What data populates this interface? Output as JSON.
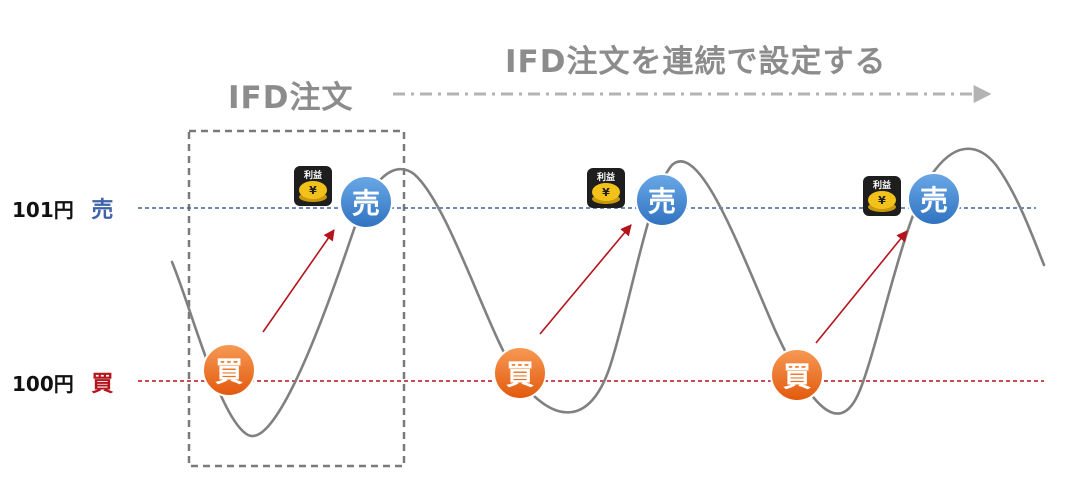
{
  "title": "IFD注文を連続で設定する",
  "ifd_label": "IFD注文",
  "sell_level": {
    "price_label": "101円",
    "side_label": "売"
  },
  "buy_level": {
    "price_label": "100円",
    "side_label": "買"
  },
  "markers": {
    "buy_text": "買",
    "sell_text": "売",
    "profit_text": "利益",
    "yen_text": "¥"
  },
  "colors": {
    "sell_line": "#3e63a8",
    "buy_line": "#b4141c",
    "buy_marker": "#ee6a1a",
    "sell_marker": "#3f86d1",
    "arrow": "#b4141c",
    "price_curve": "#808080",
    "header_text": "#8c8c8c",
    "dashed_box": "#7a7a7a",
    "coin": "#f2c21a"
  }
}
